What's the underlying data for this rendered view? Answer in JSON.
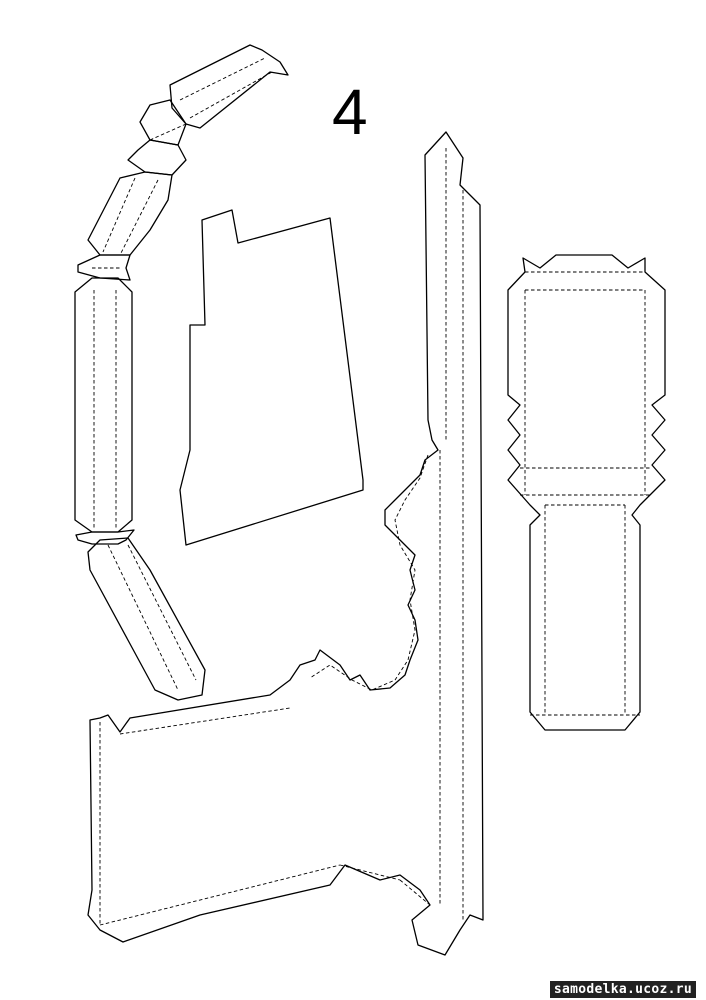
{
  "page_number": "4",
  "watermark": "samodelka.ucoz.ru",
  "colors": {
    "line": "#000000",
    "background": "#ffffff",
    "watermark_bg": "#222222",
    "watermark_text": "#ffffff"
  },
  "pieces": [
    {
      "name": "curved-arm-piece"
    },
    {
      "name": "flat-panel-piece"
    },
    {
      "name": "long-body-strip-piece"
    },
    {
      "name": "box-sleeve-piece"
    }
  ]
}
